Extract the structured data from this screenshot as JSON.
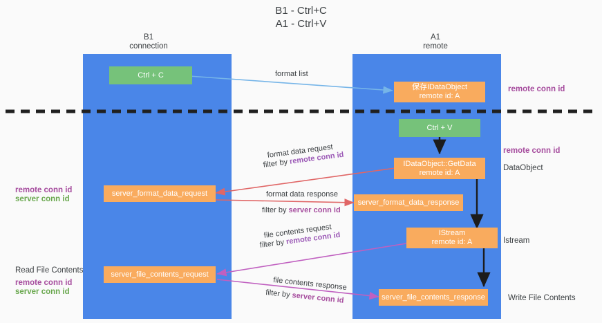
{
  "title": "B1 - Ctrl+C\nA1 - Ctrl+V",
  "lanes": [
    {
      "id": "b1",
      "header": "B1\nconnection",
      "color": "#4a86e8"
    },
    {
      "id": "a1",
      "header": "A1\nremote",
      "color": "#4a86e8"
    }
  ],
  "nodes": {
    "ctrl_c": "Ctrl + C",
    "ctrl_v": "Ctrl + V",
    "store_dataobject": "保存IDataObject\nremote id: A",
    "getdata": "IDataObject::GetData\nremote id: A",
    "server_format_data_request": "server_format_data_request",
    "server_format_data_response": "server_format_data_response",
    "istream": "IStream\nremote id: A",
    "server_file_contents_request": "server_file_contents_request",
    "server_file_contents_response": "server_file_contents_response"
  },
  "edges": {
    "format_list": "format list",
    "format_data_request": "format data request",
    "format_data_request_filter_prefix": "filter by ",
    "format_data_request_filter_key": "remote conn id",
    "format_data_response": "format data response",
    "format_data_response_filter_prefix": "filter by ",
    "format_data_response_filter_key": "server conn id",
    "file_contents_request": "file contents request",
    "file_contents_request_filter_prefix": "filter by ",
    "file_contents_request_filter_key": "remote conn id",
    "file_contents_response": "file contents response",
    "file_contents_response_filter_prefix": "filter by ",
    "file_contents_response_filter_key": "server conn id"
  },
  "side_labels": {
    "left_mid_remote": "remote conn id",
    "left_mid_server": "server conn id",
    "left_read_file_contents": "Read File Contents",
    "left_low_remote": "remote conn id",
    "left_low_server": "server conn id",
    "right_top_remote": "remote conn id",
    "right_mid_remote": "remote conn id",
    "right_dataobject": "DataObject",
    "right_istream": "Istream",
    "right_write_file_contents": "Write File Contents"
  },
  "colors": {
    "lane": "#4a86e8",
    "green_node": "#76c27a",
    "orange_node": "#f9ab5e",
    "purple": "#9b59b6",
    "purple_dark": "#a64d9e",
    "green_text": "#6aa84f",
    "arrow_blue": "#76b5e8",
    "arrow_red": "#e06666",
    "arrow_magenta": "#c060c0",
    "arrow_dark": "#1c1c1c",
    "divider": "#202020",
    "background": "#fafafa"
  }
}
